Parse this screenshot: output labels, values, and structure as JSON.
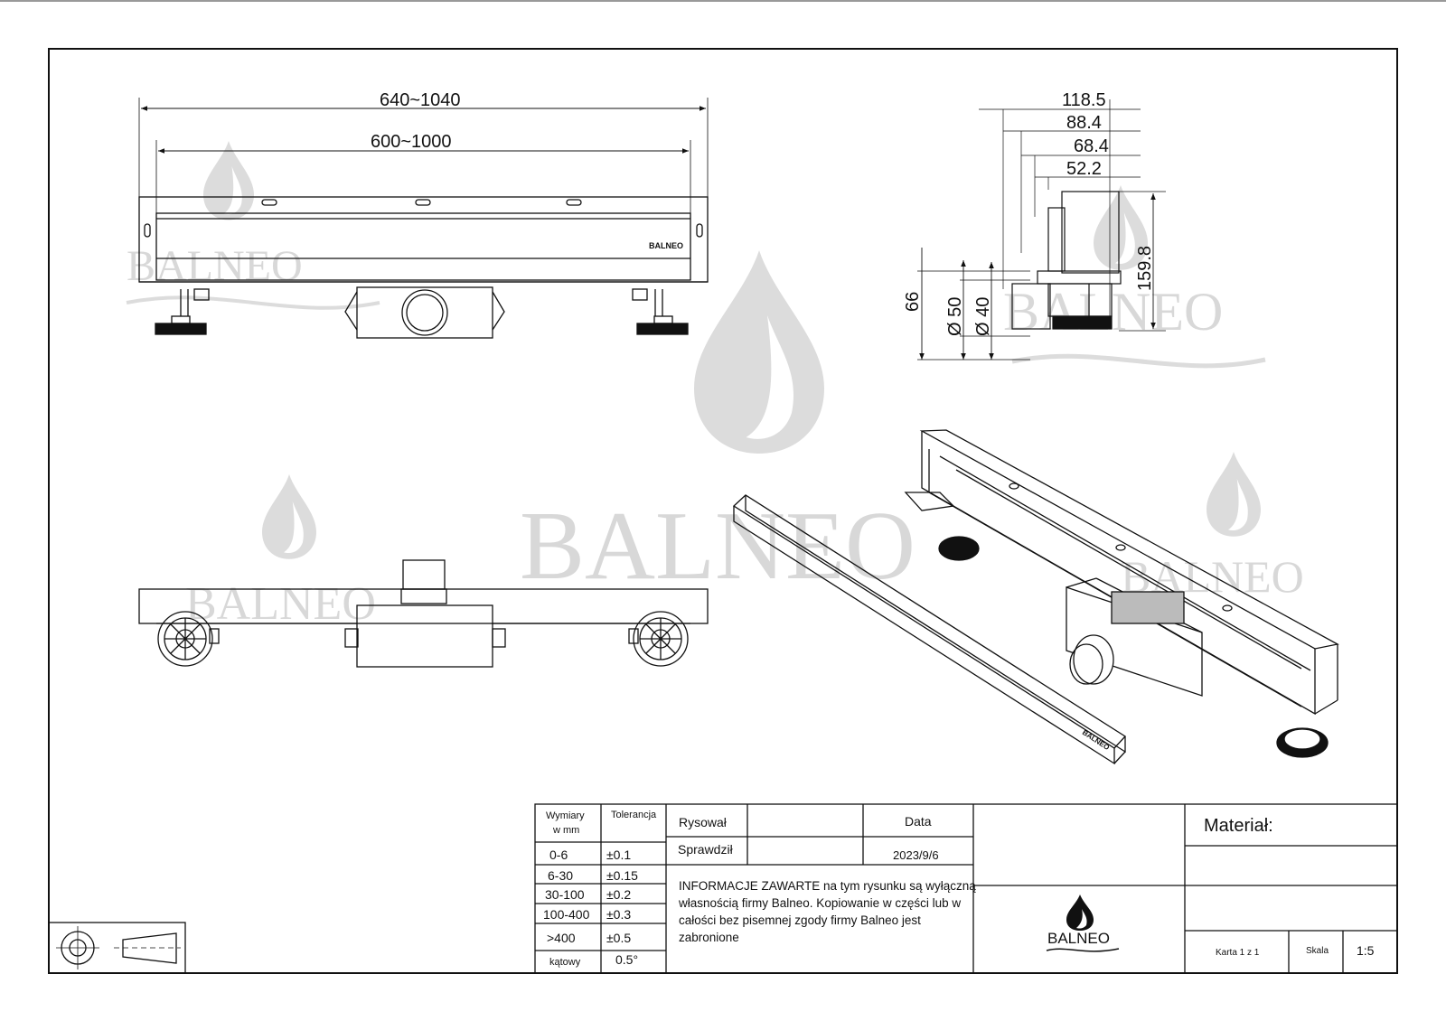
{
  "watermark": {
    "brand": "BALNEO"
  },
  "front_view": {
    "dim_overall": "640~1040",
    "dim_inner": "600~1000",
    "logo": "BALNEO"
  },
  "side_view": {
    "dims": [
      "118.5",
      "88.4",
      "68.4",
      "52.2"
    ],
    "height": "159.8",
    "left_height": "66",
    "d50": "Ø 50",
    "d40": "Ø 40"
  },
  "iso_view": {
    "logo": "BALNEO"
  },
  "title_block": {
    "tol_head1": "Wymiary",
    "tol_head1b": "w mm",
    "tol_head2": "Tolerancja",
    "tol_rows": [
      {
        "range": "0-6",
        "tol": "±0.1"
      },
      {
        "range": "6-30",
        "tol": "±0.15"
      },
      {
        "range": "30-100",
        "tol": "±0.2"
      },
      {
        "range": "100-400",
        "tol": "±0.3"
      },
      {
        "range": ">400",
        "tol": "±0.5"
      },
      {
        "range": "kątowy",
        "tol": "0.5°"
      }
    ],
    "rysowal": "Rysował",
    "sprawdzil": "Sprawdził",
    "data_label": "Data",
    "date": "2023/9/6",
    "notice": "INFORMACJE ZAWARTE na tym rysunku są wyłączną własnością firmy Balneo. Kopiowanie w części lub w całości bez pisemnej zgody firmy Balneo jest zabronione",
    "brand": "BALNEO",
    "material": "Materiał:",
    "sheet": "Karta 1 z 1",
    "scale_label": "Skala",
    "scale": "1:5"
  }
}
